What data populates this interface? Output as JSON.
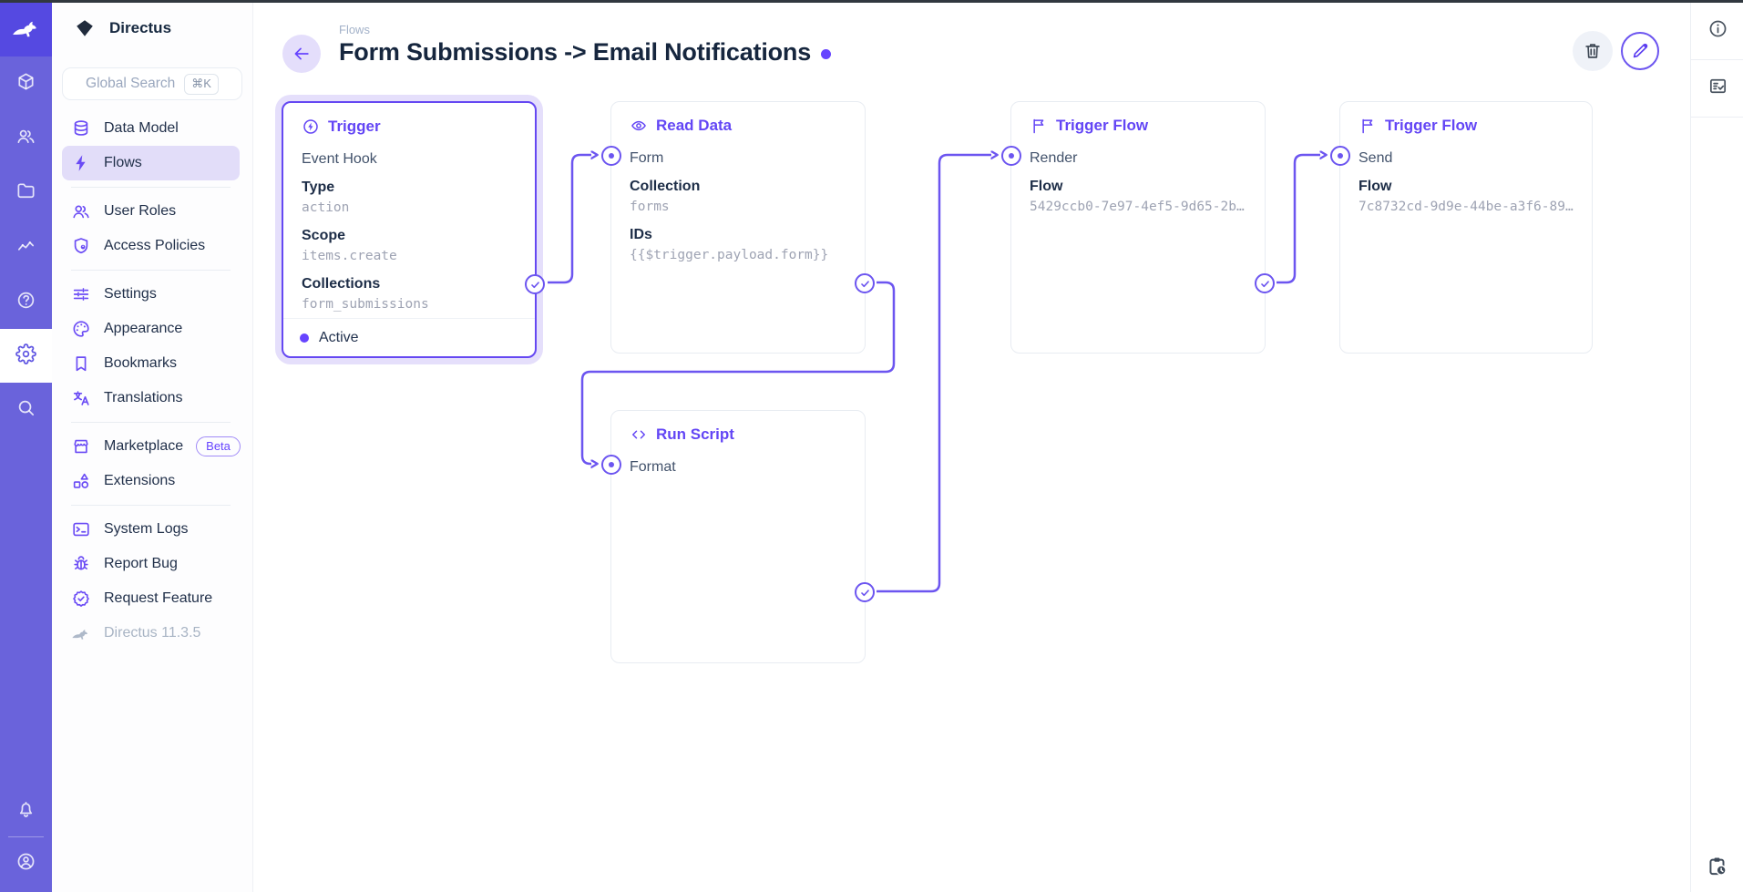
{
  "colors": {
    "accent": "#6644FF",
    "rail": "#6A63DB",
    "rail_logo_block": "#5549E1",
    "connector": "#6C55F0",
    "active_item_bg": "#E2DDF9",
    "title_text": "#16263E",
    "mono_value": "#9EA3B3",
    "top_strip": "#31383F"
  },
  "module_rail": {
    "logo_icon": "rabbit-icon",
    "modules": [
      {
        "icon": "cube-icon",
        "name": "content-module"
      },
      {
        "icon": "users-icon",
        "name": "users-module"
      },
      {
        "icon": "folder-icon",
        "name": "files-module"
      },
      {
        "icon": "chart-icon",
        "name": "insights-module"
      },
      {
        "icon": "help-icon",
        "name": "docs-module"
      },
      {
        "icon": "gear-icon",
        "name": "settings-module",
        "active": true
      },
      {
        "icon": "search-icon",
        "name": "global-search-module"
      }
    ],
    "bottom": [
      {
        "icon": "bell-icon",
        "name": "notifications"
      },
      {
        "icon": "user-circle-icon",
        "name": "user-menu"
      }
    ]
  },
  "sidebar": {
    "project_name": "Directus",
    "project_logo_icon": "diamond-icon",
    "search": {
      "placeholder": "Global Search",
      "shortcut": "⌘K"
    },
    "sections": [
      {
        "items": [
          {
            "icon": "database-icon",
            "label": "Data Model"
          },
          {
            "icon": "bolt-icon",
            "label": "Flows",
            "active": true
          }
        ]
      },
      {
        "items": [
          {
            "icon": "users-icon",
            "label": "User Roles"
          },
          {
            "icon": "shield-user-icon",
            "label": "Access Policies"
          }
        ]
      },
      {
        "items": [
          {
            "icon": "sliders-icon",
            "label": "Settings"
          },
          {
            "icon": "palette-icon",
            "label": "Appearance"
          },
          {
            "icon": "bookmark-icon",
            "label": "Bookmarks"
          },
          {
            "icon": "translate-icon",
            "label": "Translations"
          }
        ]
      },
      {
        "items": [
          {
            "icon": "store-icon",
            "label": "Marketplace",
            "badge": "Beta"
          },
          {
            "icon": "shapes-icon",
            "label": "Extensions"
          }
        ]
      },
      {
        "items": [
          {
            "icon": "terminal-icon",
            "label": "System Logs"
          },
          {
            "icon": "bug-icon",
            "label": "Report Bug"
          },
          {
            "icon": "seal-check-icon",
            "label": "Request Feature"
          },
          {
            "icon": "rabbit-gray-icon",
            "label": "Directus 11.3.5",
            "muted": true
          }
        ]
      }
    ]
  },
  "header": {
    "breadcrumb": "Flows",
    "title": "Form Submissions -> Email Notifications",
    "back_icon": "arrow-left-icon",
    "actions": [
      {
        "icon": "trash-icon",
        "name": "delete-flow-button",
        "style": "neutral"
      },
      {
        "icon": "pencil-icon",
        "name": "edit-flow-button",
        "style": "outline"
      }
    ]
  },
  "flow": {
    "panels": [
      {
        "id": "trigger",
        "type_label": "Trigger",
        "type_icon": "bolt-circle-icon",
        "name": "Event Hook",
        "fields": [
          {
            "label": "Type",
            "value": "action"
          },
          {
            "label": "Scope",
            "value": "items.create"
          },
          {
            "label": "Collections",
            "value": "form_submissions"
          }
        ],
        "status": "Active",
        "selected": true
      },
      {
        "id": "read_data",
        "type_label": "Read Data",
        "type_icon": "eye-icon",
        "name": "Form",
        "fields": [
          {
            "label": "Collection",
            "value": "forms"
          },
          {
            "label": "IDs",
            "value": "{{$trigger.payload.form}}"
          }
        ]
      },
      {
        "id": "run_script",
        "type_label": "Run Script",
        "type_icon": "code-icon",
        "name": "Format",
        "fields": []
      },
      {
        "id": "trigger_flow_render",
        "type_label": "Trigger Flow",
        "type_icon": "flag-icon",
        "name": "Render",
        "fields": [
          {
            "label": "Flow",
            "value": "5429ccb0-7e97-4ef5-9d65-2b…"
          }
        ]
      },
      {
        "id": "trigger_flow_send",
        "type_label": "Trigger Flow",
        "type_icon": "flag-icon",
        "name": "Send",
        "fields": [
          {
            "label": "Flow",
            "value": "7c8732cd-9d9e-44be-a3f6-89…"
          }
        ]
      }
    ],
    "connections": [
      {
        "from": "trigger",
        "to": "read_data"
      },
      {
        "from": "read_data",
        "to": "run_script"
      },
      {
        "from": "run_script",
        "to": "trigger_flow_render"
      },
      {
        "from": "trigger_flow_render",
        "to": "trigger_flow_send"
      }
    ]
  },
  "right_sidebar": {
    "top_icons": [
      {
        "icon": "info-icon",
        "name": "flow-info-toggle"
      },
      {
        "icon": "form-check-icon",
        "name": "logs-panel-toggle"
      }
    ],
    "bottom_icons": [
      {
        "icon": "clipboard-clock-icon",
        "name": "activity-toggle"
      }
    ]
  }
}
